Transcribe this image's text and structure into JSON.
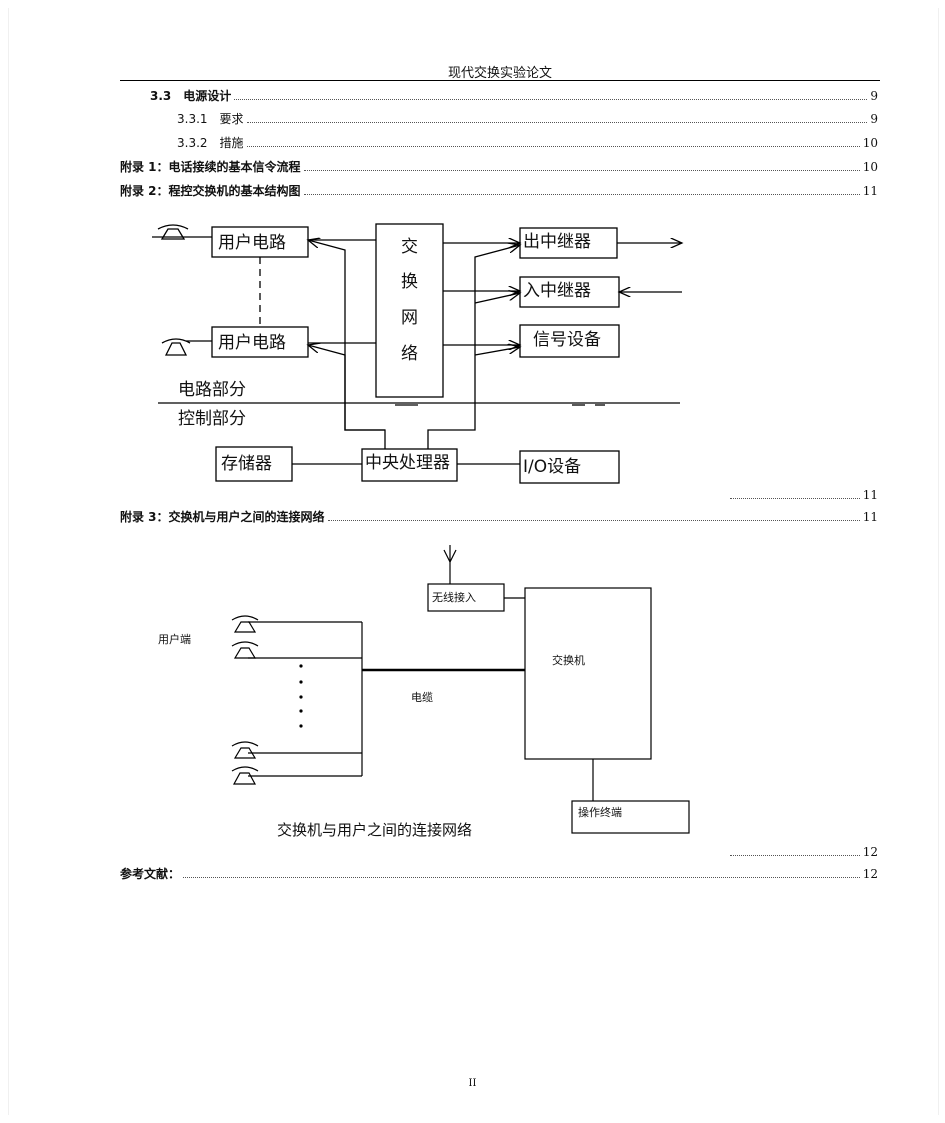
{
  "header": {
    "title": "现代交换实验论文"
  },
  "toc": [
    {
      "number": "3.3",
      "label": "电源设计",
      "page": "9",
      "bold": true
    },
    {
      "number": "3.3.1",
      "label": "要求",
      "page": "9",
      "bold": false
    },
    {
      "number": "3.3.2",
      "label": "措施",
      "page": "10",
      "bold": false
    },
    {
      "label": "附录 1：电话接续的基本信令流程",
      "page": "10",
      "bold": true
    },
    {
      "label": "附录 2：程控交换机的基本结构图",
      "page": "11",
      "bold": true
    }
  ],
  "diagram1": {
    "user_circuit": "用户电路",
    "switch_net": [
      "交",
      "换",
      "网",
      "络"
    ],
    "out_trunk": "出中继器",
    "in_trunk": "入中继器",
    "signal_device": "信号设备",
    "circuit_part": "电路部分",
    "control_part": "控制部分",
    "memory": "存储器",
    "cpu": "中央处理器",
    "io": "I/O设备"
  },
  "page_after_diagram1": "11",
  "appendix3": {
    "label": "附录 3：交换机与用户之间的连接网络",
    "page": "11"
  },
  "diagram2": {
    "wireless": "无线接入",
    "user_end": "用户端",
    "switch": "交换机",
    "cable": "电缆",
    "terminal": "操作终端",
    "caption": "交换机与用户之间的连接网络"
  },
  "page_after_diagram2": "12",
  "references": {
    "label": "参考文献：",
    "page": "12"
  },
  "footer": {
    "page_number": "II"
  }
}
